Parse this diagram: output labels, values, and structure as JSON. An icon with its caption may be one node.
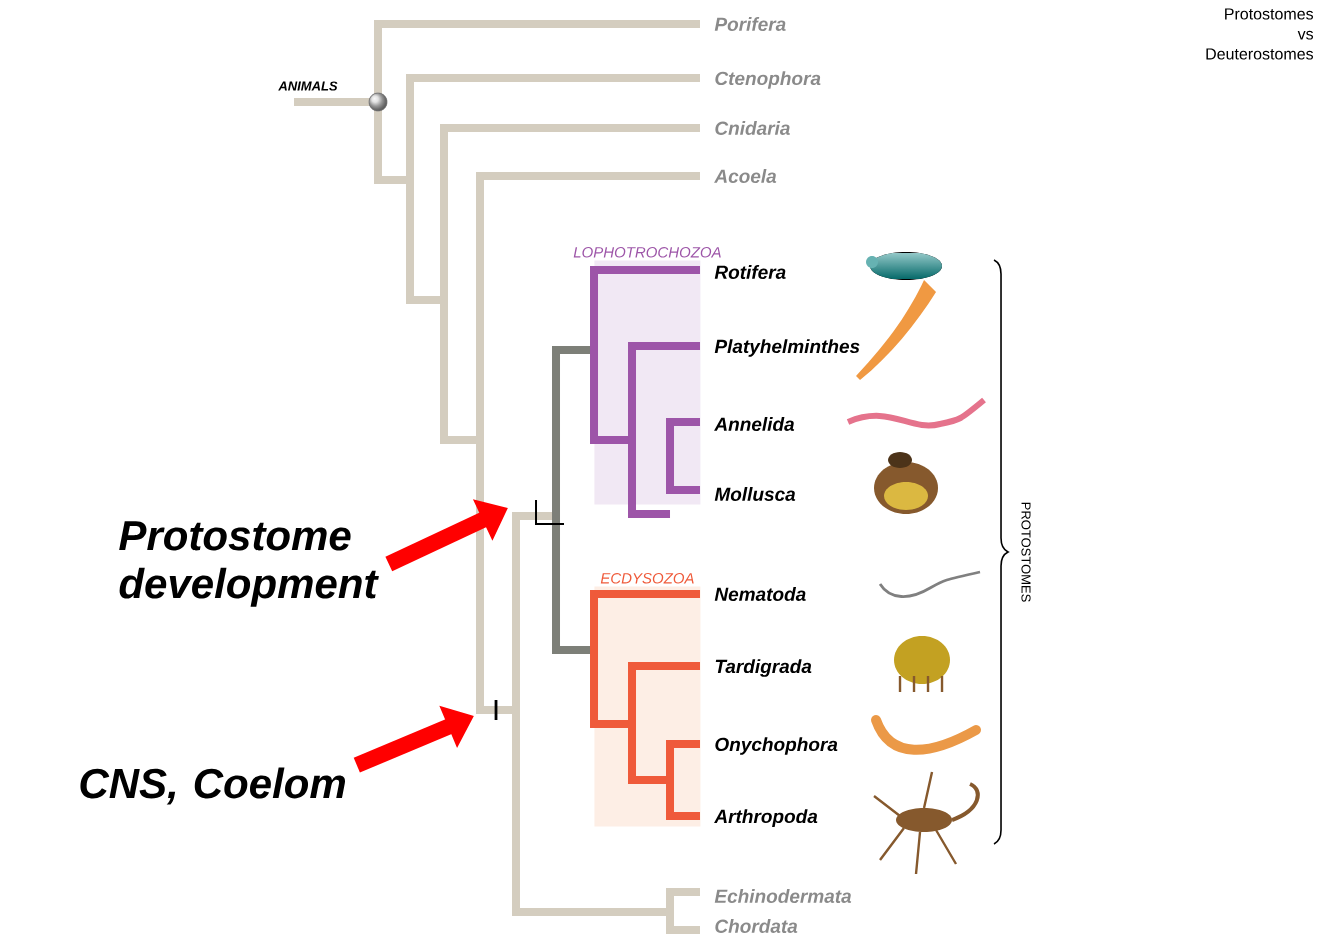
{
  "diagram": {
    "title": "Protostomes vs Deuterostomes",
    "nodes": [
      {
        "text": [
          "LOPHOTROCHOZOA"
        ]
      },
      {
        "text": [
          "ECDYSOZOA"
        ]
      },
      {
        "text": [
          "Protostome development"
        ]
      },
      {
        "text": [
          "CNS, Coelom"
        ]
      }
    ],
    "edges": [
      {
        "from": 2,
        "to": null,
        "arrow": "to"
      },
      {
        "from": 3,
        "to": null,
        "arrow": "to"
      }
    ],
    "labels": [
      "ANIMALS",
      "Porifera",
      "Ctenophora",
      "Cnidaria",
      "Acoela",
      "Rotifera",
      "Platyhelminthes",
      "Annelida",
      "Mollusca",
      "Nematoda",
      "Tardigrada",
      "Onychophora",
      "Arthropoda",
      "PROTOSTOMES",
      "Echinodermata",
      "Chordata"
    ]
  }
}
